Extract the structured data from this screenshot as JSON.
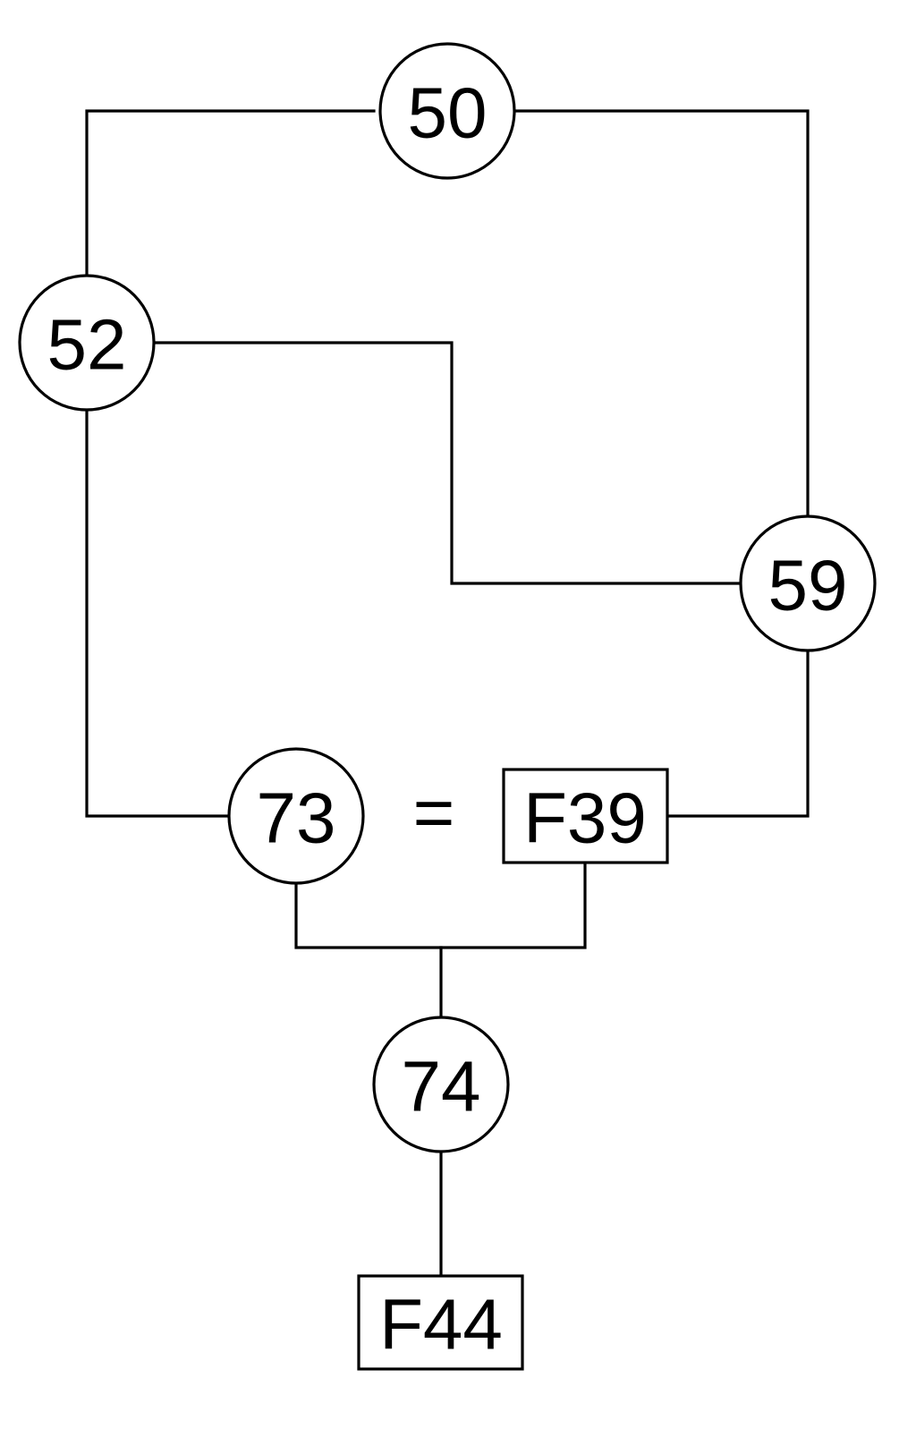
{
  "diagram": {
    "nodes": {
      "n50": {
        "label": "50",
        "shape": "circle"
      },
      "n52": {
        "label": "52",
        "shape": "circle"
      },
      "n59": {
        "label": "59",
        "shape": "circle"
      },
      "n73": {
        "label": "73",
        "shape": "circle"
      },
      "f39": {
        "label": "F39",
        "shape": "box"
      },
      "n74": {
        "label": "74",
        "shape": "circle"
      },
      "f44": {
        "label": "F44",
        "shape": "box"
      }
    },
    "equals_sign": "=",
    "edges": [
      {
        "from": "50",
        "to": "52"
      },
      {
        "from": "50",
        "to": "59"
      },
      {
        "from": "52",
        "to": "59"
      },
      {
        "from": "52",
        "to": "73"
      },
      {
        "from": "59",
        "to": "F39"
      },
      {
        "from": "73",
        "to": "74"
      },
      {
        "from": "F39",
        "to": "74"
      },
      {
        "from": "74",
        "to": "F44"
      }
    ]
  }
}
